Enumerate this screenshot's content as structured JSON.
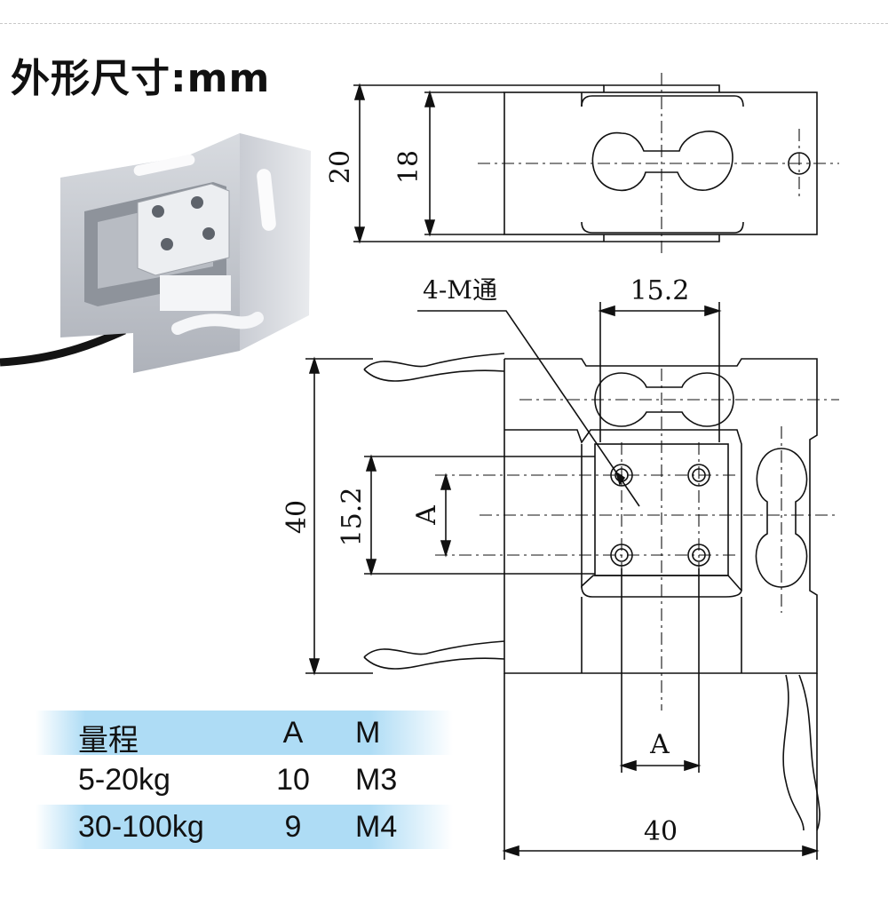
{
  "title": "外形尺寸:mm",
  "drawing": {
    "top_view": {
      "dim_outer": "20",
      "dim_inner": "18"
    },
    "front_view": {
      "hole_note": "4-M通",
      "dim_hole_spacing_h": "15.2",
      "dim_hole_spacing_v": "15.2",
      "dim_height": "40",
      "dim_a_vertical": "A",
      "dim_a_bottom": "A",
      "dim_width": "40"
    }
  },
  "spec_table": {
    "headers": [
      "量程",
      "A",
      "M"
    ],
    "rows": [
      [
        "5-20kg",
        "10",
        "M3"
      ],
      [
        "30-100kg",
        "9",
        "M4"
      ]
    ]
  },
  "colors": {
    "table_band": "#aedcf5",
    "line": "#111111"
  }
}
